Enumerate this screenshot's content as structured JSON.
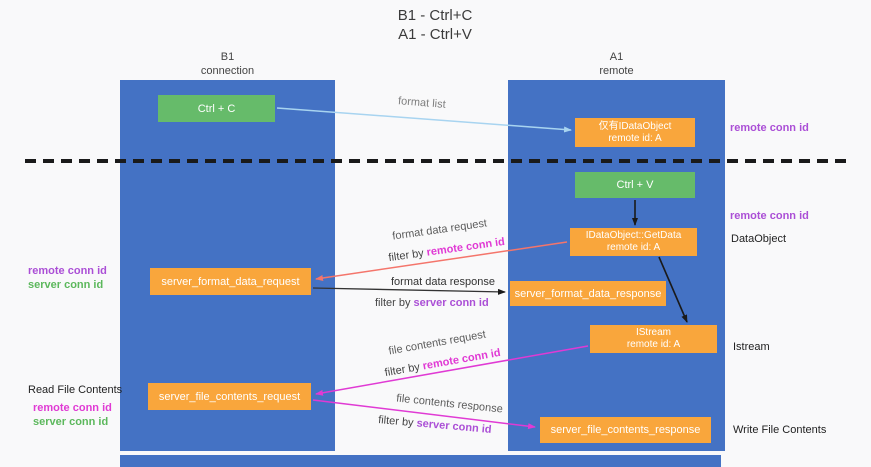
{
  "title": {
    "line1": "B1 - Ctrl+C",
    "line2": "A1 - Ctrl+V"
  },
  "lanes": {
    "left": {
      "title": "B1",
      "subtitle": "connection"
    },
    "right": {
      "title": "A1",
      "subtitle": "remote"
    }
  },
  "boxes": {
    "ctrl_c": {
      "label": "Ctrl + C"
    },
    "ctrl_v": {
      "label": "Ctrl + V"
    },
    "idataobject": {
      "line1": "仅有IDataObject",
      "line2": "remote id: A"
    },
    "getdata": {
      "line1": "IDataObject::GetData",
      "line2": "remote id: A"
    },
    "istream": {
      "line1": "IStream",
      "line2": "remote id: A"
    },
    "format_request": {
      "label": "server_format_data_request"
    },
    "format_response": {
      "label": "server_format_data_response"
    },
    "file_request": {
      "label": "server_file_contents_request"
    },
    "file_response": {
      "label": "server_file_contents_response"
    }
  },
  "messages": {
    "format_list": "format list",
    "format_data_request": "format data request",
    "format_data_response": "format data response",
    "file_contents_request": "file contents request",
    "file_contents_response": "file contents response",
    "filter_by": "filter by "
  },
  "side_labels": {
    "remote_conn_id": "remote conn id",
    "server_conn_id": "server conn id",
    "dataobject": "DataObject",
    "istream": "Istream",
    "read_file_contents": "Read File Contents",
    "write_file_contents": "Write File Contents"
  },
  "colors": {
    "lane_blue": "#4472c4",
    "box_green": "#66bb6a",
    "box_orange": "#f9a63c",
    "purple_text": "#ab4fd6",
    "green_text": "#5cb85c",
    "magenta_text": "#e03ad4",
    "salmon_arrow": "#f4756b",
    "light_blue_arrow": "#a8d4f0",
    "black_line": "#1a1a1a"
  }
}
